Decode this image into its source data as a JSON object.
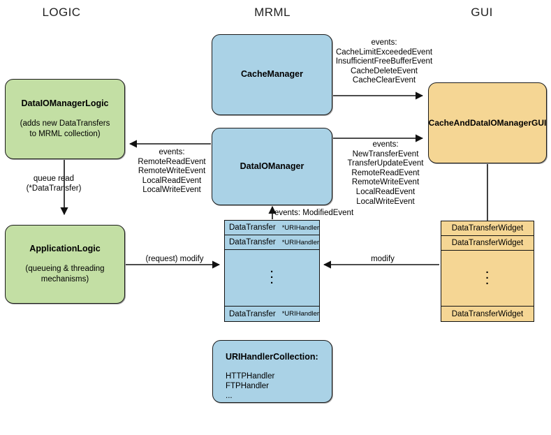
{
  "columns": [
    {
      "id": "logic",
      "label": "LOGIC"
    },
    {
      "id": "mrml",
      "label": "MRML"
    },
    {
      "id": "gui",
      "label": "GUI"
    }
  ],
  "nodes": {
    "data_io_manager_logic": {
      "title": "DataIOManagerLogic",
      "subtitle": "(adds new DataTransfers\nto MRML collection)",
      "color": "#c3dfa4"
    },
    "application_logic": {
      "title": "ApplicationLogic",
      "subtitle": "(queueing & threading\nmechanisms)",
      "color": "#c3dfa4"
    },
    "cache_manager": {
      "title": "CacheManager",
      "color": "#aad2e6"
    },
    "data_io_manager": {
      "title": "DataIOManager",
      "color": "#aad2e6"
    },
    "cache_and_data_io_manager_gui": {
      "title": "CacheAndDataIOManagerGUI",
      "color": "#f5d694"
    },
    "uri_handler_collection": {
      "title": "URIHandlerCollection:",
      "items": [
        "HTTPHandler",
        "FTPHandler",
        "..."
      ],
      "color": "#aad2e6"
    }
  },
  "data_transfer_list": {
    "color": "#aad2e6",
    "rows": [
      {
        "name": "DataTransfer",
        "handler": "*URIHandler"
      },
      {
        "name": "DataTransfer",
        "handler": "*URIHandler"
      }
    ],
    "ellipsis": "·",
    "last_row": {
      "name": "DataTransfer",
      "handler": "*URIHandler"
    }
  },
  "widget_list": {
    "color": "#f5d694",
    "rows": [
      "DataTransferWidget",
      "DataTransferWidget"
    ],
    "ellipsis": "·",
    "last_row": "DataTransferWidget"
  },
  "edge_labels": {
    "cache_events": {
      "header": "events:",
      "items": [
        "CacheLimitExceededEvent",
        "InsufficientFreeBufferEvent",
        "CacheDeleteEvent",
        "CacheClearEvent"
      ]
    },
    "dio_to_gui_events": {
      "header": "events:",
      "items": [
        "NewTransferEvent",
        "TransferUpdateEvent",
        "RemoteReadEvent",
        "RemoteWriteEvent",
        "LocalReadEvent",
        "LocalWriteEvent"
      ]
    },
    "dio_to_logic_events": {
      "header": "events:",
      "items": [
        "RemoteReadEvent",
        "RemoteWriteEvent",
        "LocalReadEvent",
        "LocalWriteEvent"
      ]
    },
    "queue_read": "queue read\n(*DataTransfer)",
    "request_modify": "(request) modify",
    "modified_event": "events: ModifiedEvent",
    "modify": "modify"
  },
  "colors": {
    "green": "#c3dfa4",
    "blue": "#aad2e6",
    "tan": "#f5d694",
    "stroke": "#111111",
    "background": "#ffffff"
  }
}
